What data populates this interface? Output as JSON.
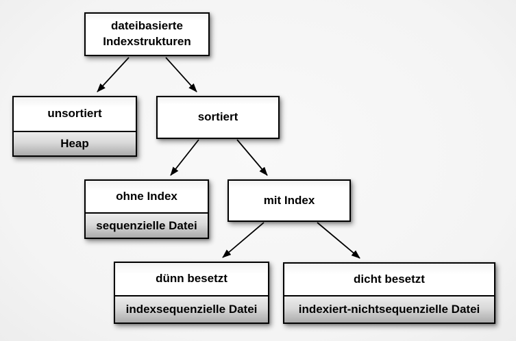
{
  "diagram": {
    "nodes": {
      "root": {
        "label": "dateibasierte Indexstrukturen"
      },
      "unsorted": {
        "label": "unsortiert",
        "sublabel": "Heap"
      },
      "sorted": {
        "label": "sortiert"
      },
      "no_index": {
        "label": "ohne Index",
        "sublabel": "sequenzielle Datei"
      },
      "with_index": {
        "label": "mit Index"
      },
      "sparse": {
        "label": "dünn besetzt",
        "sublabel": "indexsequenzielle Datei"
      },
      "dense": {
        "label": "dicht besetzt",
        "sublabel": "indexiert-nichtsequenzielle Datei"
      }
    },
    "edges": [
      {
        "from": "root",
        "to": "unsorted"
      },
      {
        "from": "root",
        "to": "sorted"
      },
      {
        "from": "sorted",
        "to": "no_index"
      },
      {
        "from": "sorted",
        "to": "with_index"
      },
      {
        "from": "with_index",
        "to": "sparse"
      },
      {
        "from": "with_index",
        "to": "dense"
      }
    ],
    "colors": {
      "background": "#f5f5f5",
      "node_border": "#000000",
      "node_fill": "#ffffff",
      "sub_gradient_top": "#ececec",
      "sub_gradient_bottom": "#ababab",
      "arrow": "#000000"
    }
  }
}
